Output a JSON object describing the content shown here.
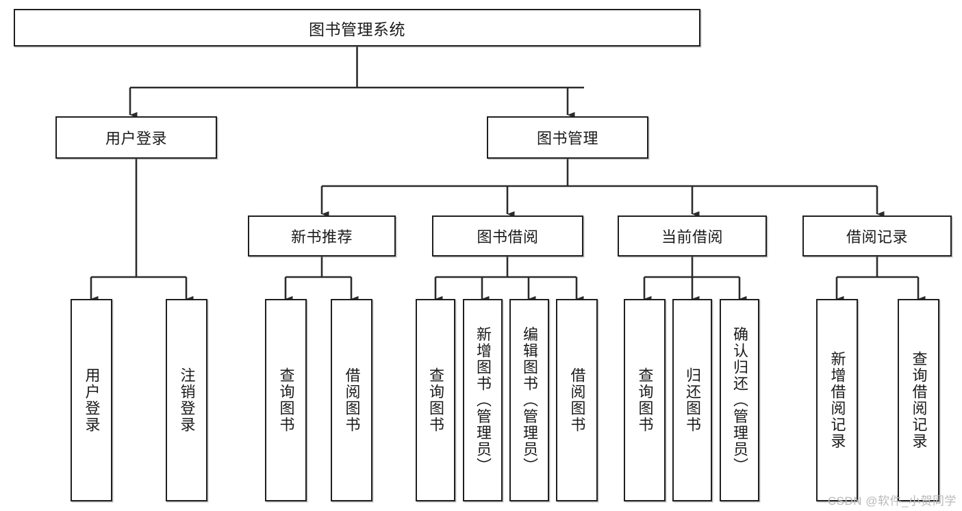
{
  "diagram": {
    "title": "图书管理系统",
    "type": "tree-hierarchy-diagram",
    "root": {
      "label": "图书管理系统"
    },
    "level2": [
      {
        "label": "用户登录"
      },
      {
        "label": "图书管理"
      }
    ],
    "level3": [
      {
        "label": "新书推荐"
      },
      {
        "label": "图书借阅"
      },
      {
        "label": "当前借阅"
      },
      {
        "label": "借阅记录"
      }
    ],
    "leaves": {
      "user_login": [
        {
          "label": "用户登录"
        },
        {
          "label": "注销登录"
        }
      ],
      "new_book_recommend": [
        {
          "label": "查询图书"
        },
        {
          "label": "借阅图书"
        }
      ],
      "book_borrow": [
        {
          "label": "查询图书"
        },
        {
          "label": "新增图书（管理员）"
        },
        {
          "label": "编辑图书（管理员）"
        },
        {
          "label": "借阅图书"
        }
      ],
      "current_borrow": [
        {
          "label": "查询图书"
        },
        {
          "label": "归还图书"
        },
        {
          "label": "确认归还（管理员）"
        }
      ],
      "borrow_record": [
        {
          "label": "新增借阅记录"
        },
        {
          "label": "查询借阅记录"
        }
      ]
    },
    "watermark": "CSDN @软件_小贺同学",
    "colors": {
      "stroke": "#1f1f1f",
      "fill": "#ffffff",
      "text": "#1a1a1a",
      "watermark": "#b9b9b9"
    }
  }
}
